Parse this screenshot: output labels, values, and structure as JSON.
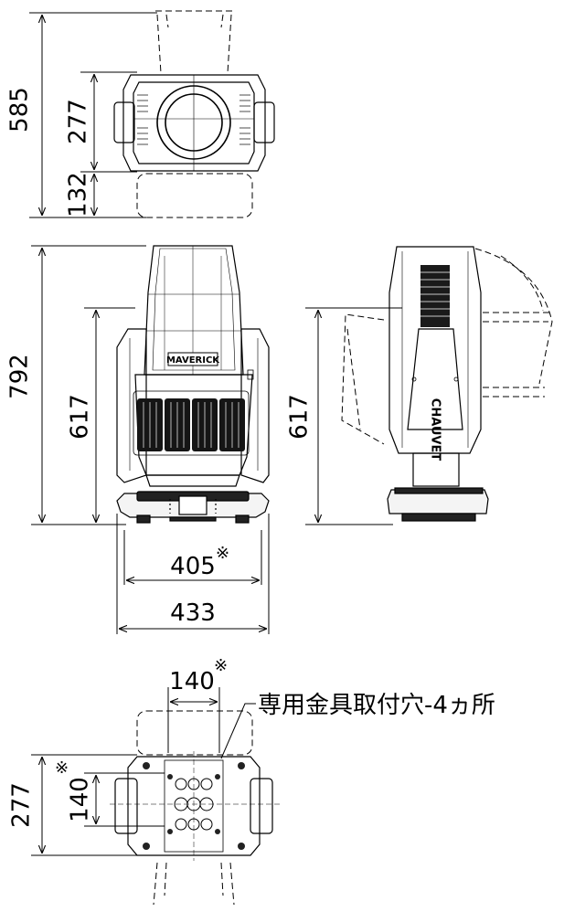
{
  "diagram": {
    "brand_labels": {
      "front_logo": "MAVERICK",
      "side_logo": "CHAUVET"
    },
    "top_view": {
      "dim_overall": "585",
      "dim_body": "277",
      "dim_offset": "132"
    },
    "front_view": {
      "dim_height_overall": "792",
      "dim_height_body": "617",
      "dim_width_inner": "405",
      "dim_width_mark": "※",
      "dim_width_overall": "433"
    },
    "side_view": {
      "dim_height": "617"
    },
    "bottom_view": {
      "dim_hole_spacing_x": "140",
      "dim_hole_spacing_y": "140",
      "dim_mark": "※",
      "dim_depth": "277",
      "callout": "専用金具取付穴-4ヵ所"
    }
  }
}
